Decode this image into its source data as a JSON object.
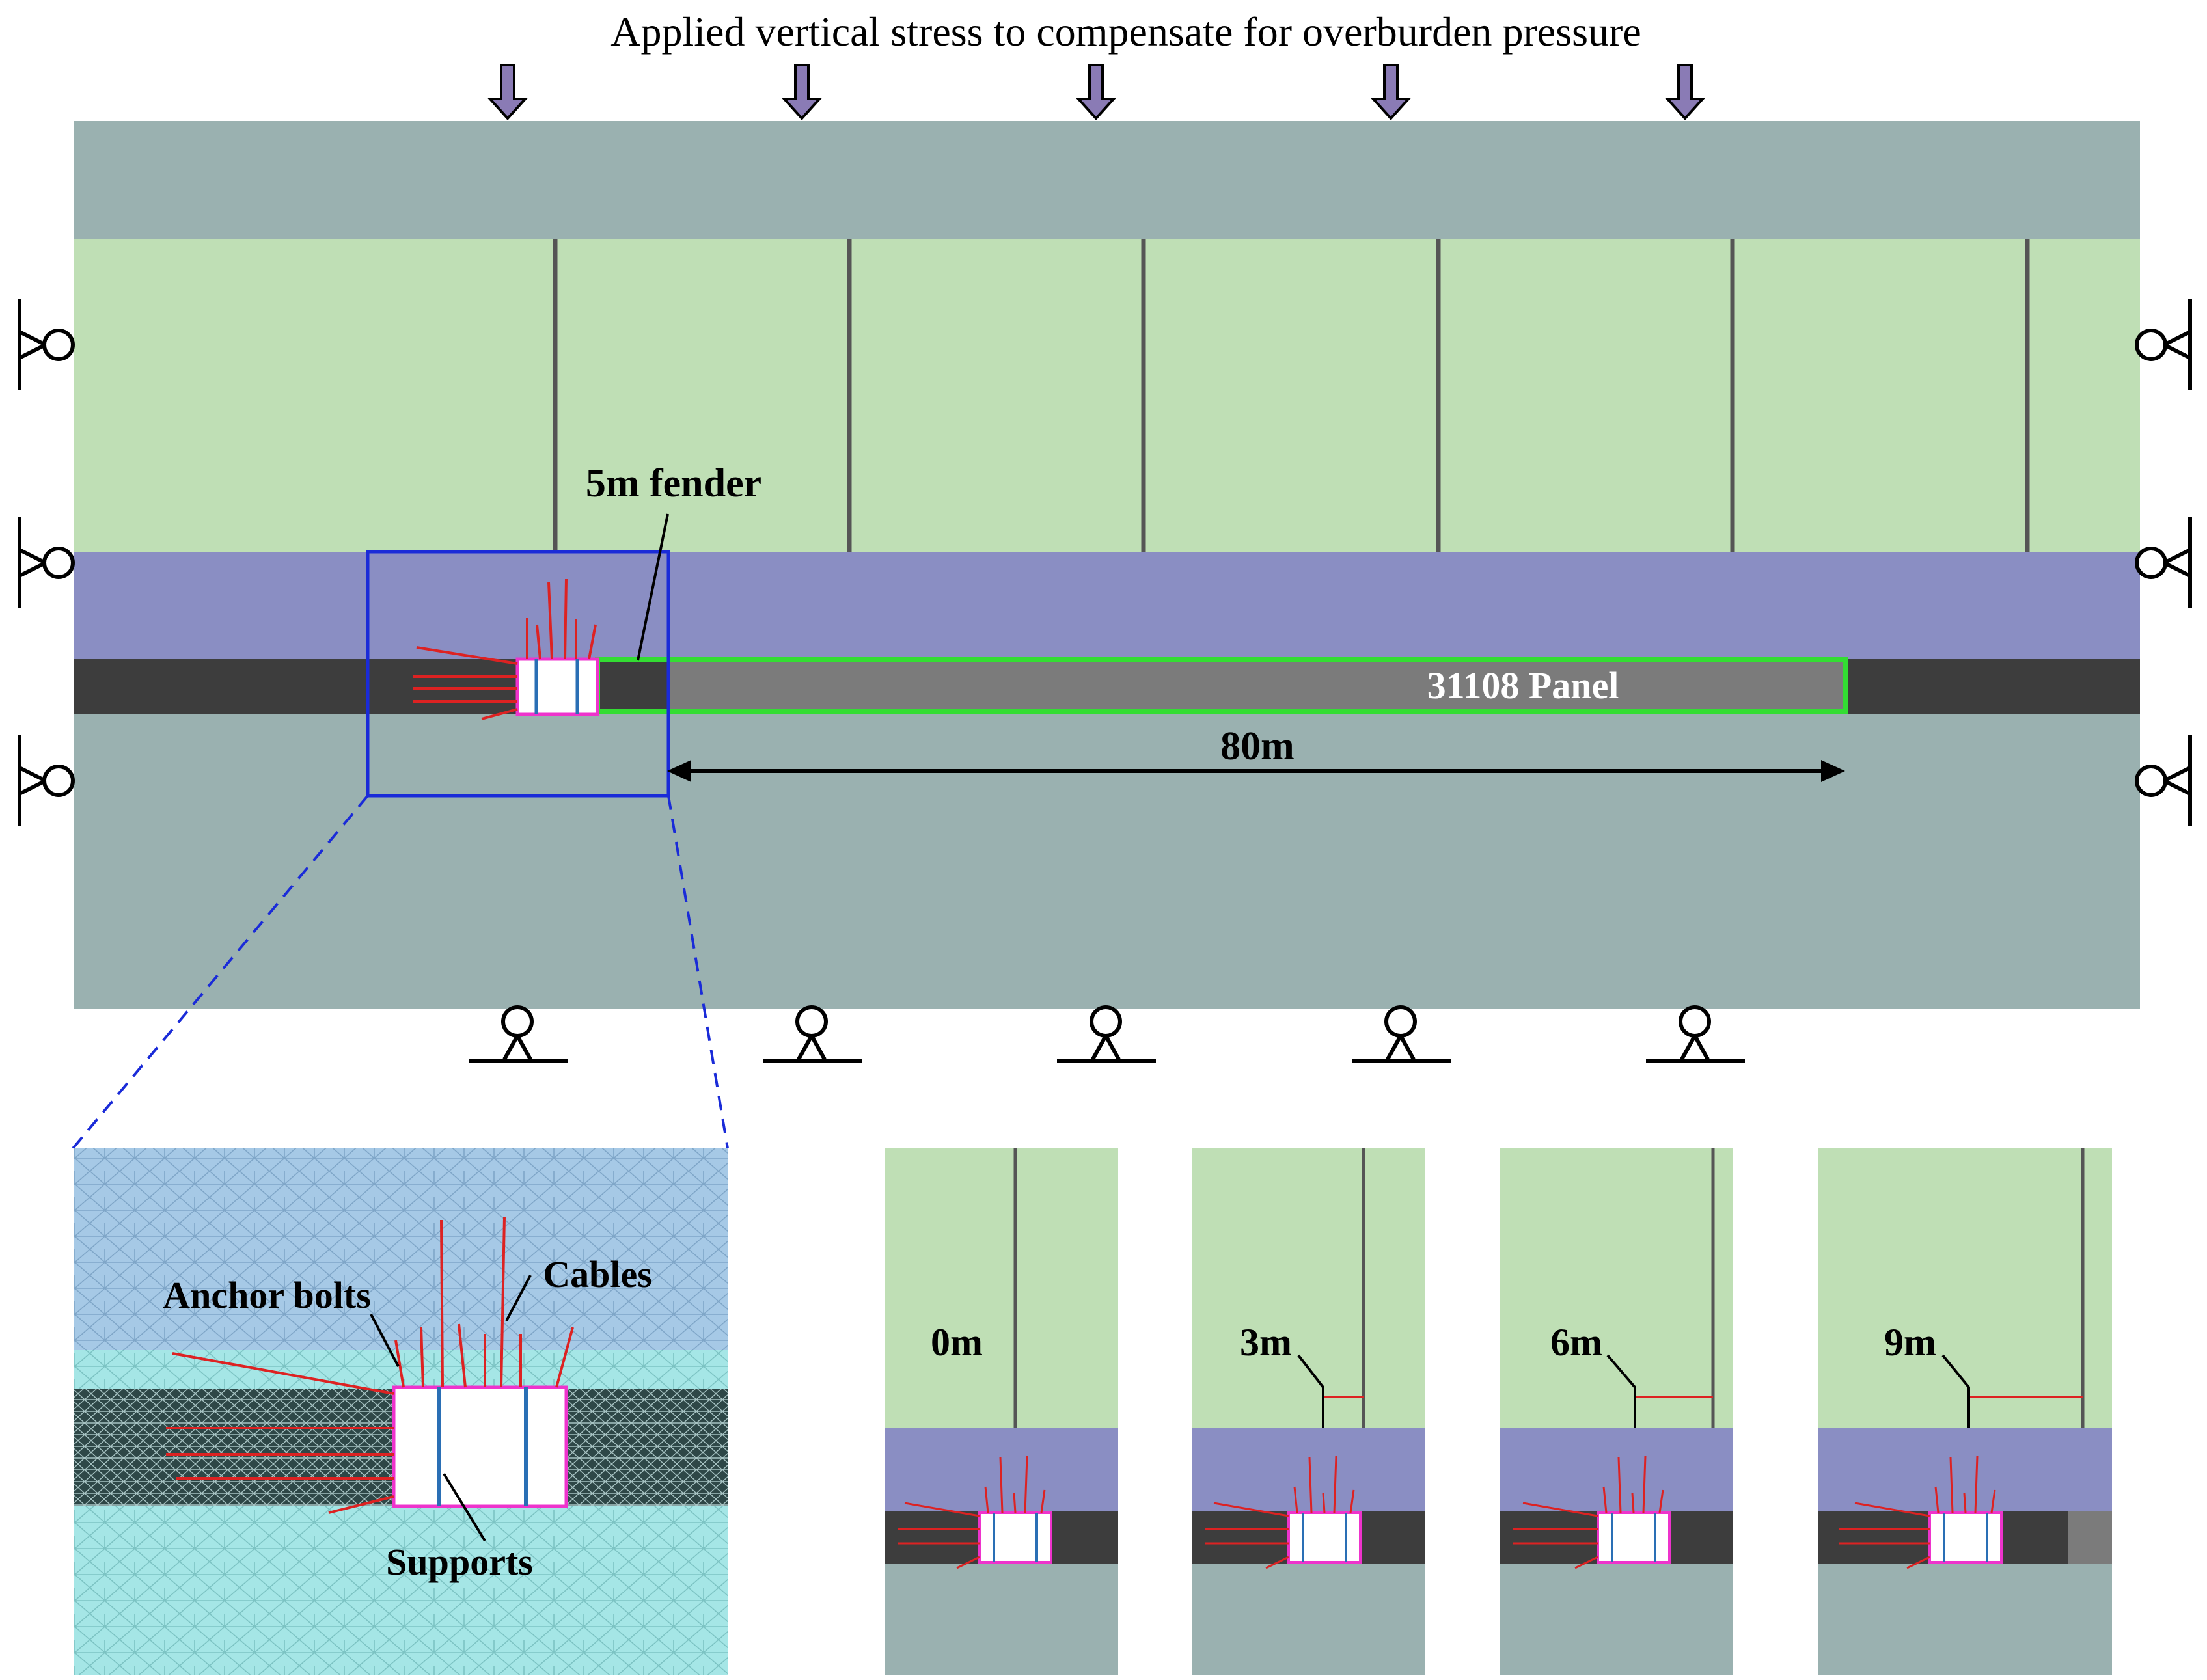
{
  "title": "Applied vertical stress to compensate for overburden pressure",
  "labels": {
    "fender": "5m fender",
    "panel": "31108 Panel",
    "distance": "80m",
    "anchor_bolts": "Anchor bolts",
    "cables": "Cables",
    "supports": "Supports"
  },
  "stages": [
    "0m",
    "3m",
    "6m",
    "9m"
  ],
  "colors": {
    "grey_rock": "#9ab1b0",
    "green_layer": "#bfdfb5",
    "purple_layer": "#8a8ec3",
    "coal_seam": "#3d3d3d",
    "panel_fill": "#7b7b7b",
    "panel_outline": "#33dd33",
    "zoom_box": "#1a2bd8",
    "arrow_fill": "#8a7bb5",
    "support_outline": "#ee33cc",
    "bolts": "#dd2222",
    "supports": "#2a6fb5",
    "mesh_blue": "#a6c9e6",
    "mesh_cyan": "#a5e6e6",
    "mesh_dark": "#2e4747"
  },
  "icons": [
    "down-arrow-icon",
    "roller-support-icon"
  ]
}
